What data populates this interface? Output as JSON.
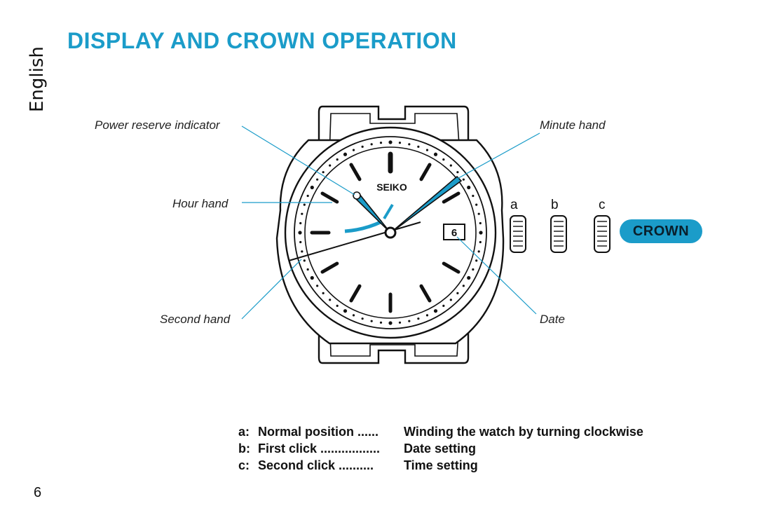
{
  "page": {
    "title": "DISPLAY AND CROWN OPERATION",
    "language_tab": "English",
    "page_number": "6"
  },
  "watch": {
    "brand": "SEIKO",
    "date_value": "6",
    "labels": {
      "power_reserve": "Power reserve indicator",
      "hour_hand": "Hour hand",
      "second_hand": "Second hand",
      "minute_hand": "Minute hand",
      "date": "Date"
    }
  },
  "crown": {
    "badge": "CROWN",
    "positions": [
      "a",
      "b",
      "c"
    ]
  },
  "operations": [
    {
      "key": "a:",
      "name": "Normal position ......",
      "desc": "Winding the watch by turning clockwise"
    },
    {
      "key": "b:",
      "name": "First click .................",
      "desc": "Date setting"
    },
    {
      "key": "c:",
      "name": "Second click ..........",
      "desc": "Time setting"
    }
  ],
  "colors": {
    "accent": "#1b9cc9",
    "ink": "#111111"
  }
}
